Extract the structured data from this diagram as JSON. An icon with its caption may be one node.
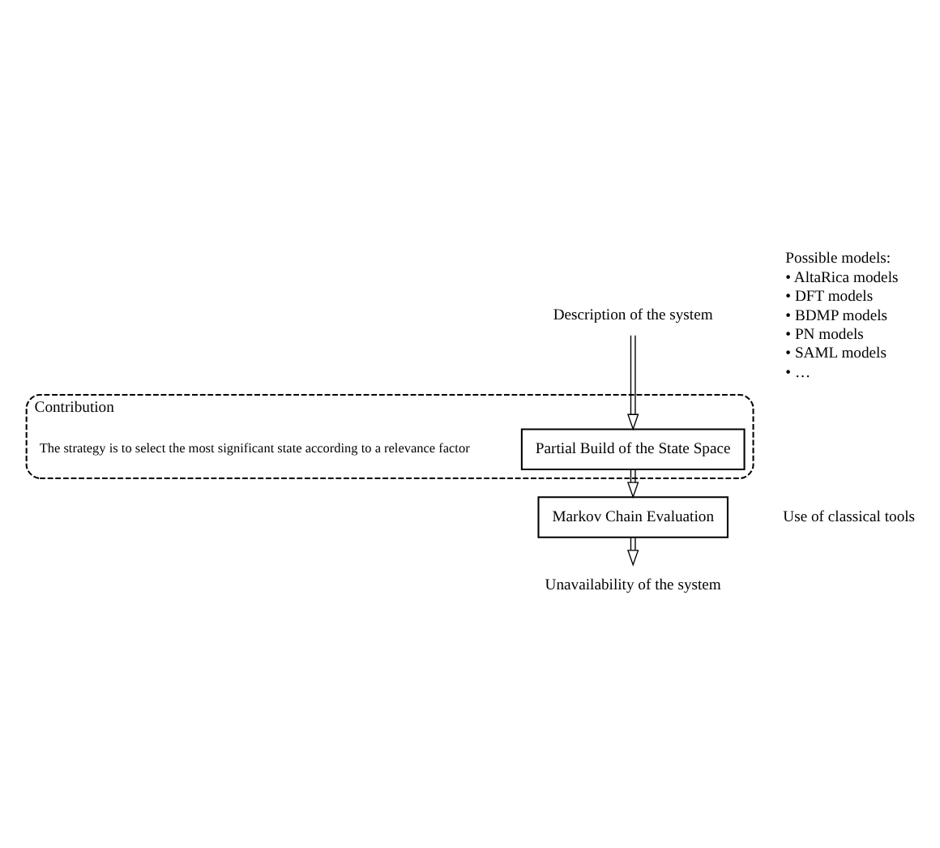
{
  "diagram": {
    "nodes": [
      {
        "text": [
          "Description of the system"
        ]
      },
      {
        "text": [
          "Contribution"
        ]
      },
      {
        "text": [
          "Partial Build of the State Space"
        ],
        "in": 1
      },
      {
        "text": [
          "Markov Chain Evaluation"
        ]
      },
      {
        "text": [
          "Unavailability of the system"
        ]
      }
    ],
    "edges": [
      {
        "from": 0,
        "to": 2,
        "arrow": "to"
      },
      {
        "from": 2,
        "to": 3,
        "arrow": "to"
      },
      {
        "from": 3,
        "to": 4,
        "arrow": "to"
      }
    ],
    "labels": [
      "Possible models:",
      "• AltaRica models",
      "• DFT models",
      "• BDMP models",
      "• PN models",
      "• SAML models",
      "• …",
      "The strategy is to select the most significant state according to a relevance factor",
      "Use of classical tools"
    ]
  }
}
